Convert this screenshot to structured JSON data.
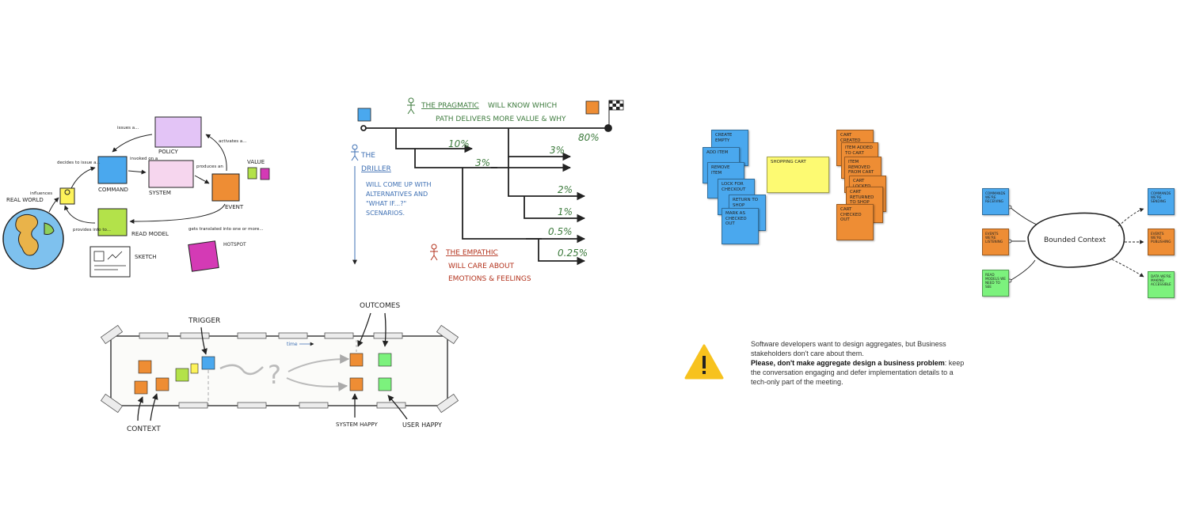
{
  "legend_cycle": {
    "real_world": "REAL WORLD",
    "influences": "influences",
    "decides_to_issue": "decides to issue a...",
    "issues_a": "issues a...",
    "invoked_on_a": "invoked on a",
    "activates_a": "activates a...",
    "produces_an": "produces an",
    "provides_info_to": "provides info to...",
    "gets_translated": "gets translated into one or more...",
    "policy": "POLICY",
    "command": "COMMAND",
    "system": "SYSTEM",
    "event": "EVENT",
    "value": "VALUE",
    "read_model": "READ MODEL",
    "sketch": "SKETCH",
    "hotspot": "HOTSPOT"
  },
  "personas": {
    "pragmatic_title": "THE PRAGMATIC",
    "pragmatic_text_1": "WILL KNOW WHICH",
    "pragmatic_text_2": "PATH DELIVERS MORE VALUE & WHY",
    "driller_title_1": "THE",
    "driller_title_2": "DRILLER",
    "driller_text_1": "WILL COME UP WITH",
    "driller_text_2": "ALTERNATIVES AND",
    "driller_text_3": "\"WHAT IF...?\"",
    "driller_text_4": "SCENARIOS.",
    "empathic_title": "THE EMPATHIC",
    "empathic_text_1": "WILL CARE ABOUT",
    "empathic_text_2": "EMOTIONS & FEELINGS",
    "pct": [
      "80%",
      "10%",
      "3%",
      "3%",
      "2%",
      "1%",
      "0.5%",
      "0.25%"
    ]
  },
  "timeline": {
    "trigger": "TRIGGER",
    "outcomes": "OUTCOMES",
    "time": "time",
    "context": "CONTEXT",
    "system_happy": "SYSTEM HAPPY",
    "user_happy": "USER HAPPY",
    "question": "?"
  },
  "aggregate": {
    "commands": [
      "CREATE EMPTY",
      "ADD ITEM",
      "REMOVE ITEM",
      "LOCK FOR CHECKOUT",
      "RETURN TO SHOP",
      "MARK AS CHECKED OUT"
    ],
    "aggregate": "SHOPPING CART",
    "events": [
      "CART CREATED",
      "ITEM ADDED TO CART",
      "ITEM REMOVED FROM CART",
      "CART LOCKED",
      "CART RETURNED TO SHOP",
      "CART CHECKED OUT"
    ]
  },
  "bounded_context": {
    "label": "Bounded Context",
    "in_commands": "COMMANDS WE'RE RECEIVING",
    "in_events": "EVENTS WE'RE LISTENING",
    "in_read_models": "READ MODELS WE NEED TO SEE",
    "out_commands": "COMMANDS WE'RE SENDING",
    "out_events": "EVENTS WE'RE PUBLISHING",
    "out_data": "DATA WE'RE MAKING ACCESSIBLE"
  },
  "warning": {
    "icon": "warning-triangle-icon",
    "line1": "Software developers want to design aggregates, but Business stakeholders don't  care about them.",
    "bold": "Please, don't make aggregate design a business problem",
    "line2": ": keep the conversation engaging and defer implementation details to a tech-only part of the meeting."
  },
  "colors": {
    "command": "#4aa8ee",
    "event": "#ee8d34",
    "policy": "#e3c4f6",
    "system": "#f6d6ee",
    "read_model": "#b3e24a",
    "hotspot": "#d43ab5",
    "aggregate": "#fdfa72",
    "green_note": "#7cf27d",
    "pragmatic": "#3c7a3c",
    "driller": "#3d6fb3",
    "empathic": "#b3321c"
  }
}
